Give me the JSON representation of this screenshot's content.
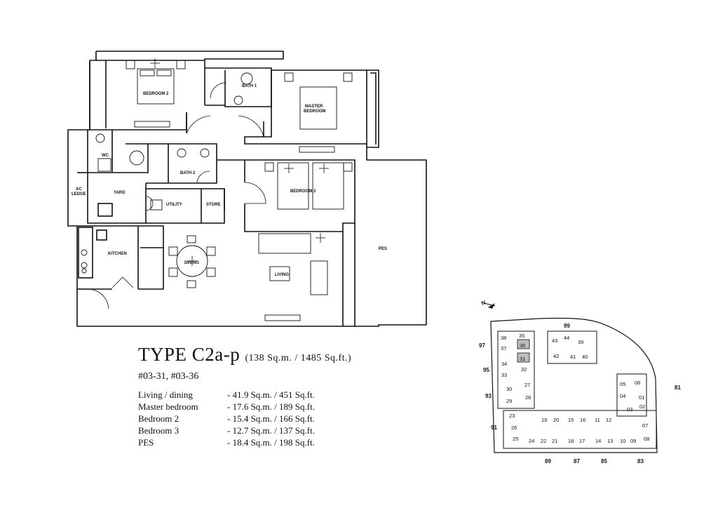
{
  "unit_type": {
    "name": "TYPE C2a-p",
    "size": "(138 Sq.m. / 1485 Sq.ft.)",
    "unit_numbers": "#03-31, #03-36"
  },
  "areas": [
    {
      "room": "Living / dining",
      "size": "- 41.9 Sq.m. / 451 Sq.ft."
    },
    {
      "room": "Master bedroom",
      "size": "- 17.6 Sq.m. / 189 Sq.ft."
    },
    {
      "room": "Bedroom 2",
      "size": "- 15.4 Sq.m. / 166 Sq.ft."
    },
    {
      "room": "Bedroom 3",
      "size": "- 12.7 Sq.m. / 137 Sq.ft."
    },
    {
      "room": "PES",
      "size": "- 18.4 Sq.m. / 198 Sq.ft."
    }
  ],
  "floor_plan": {
    "rooms": {
      "bedroom2": "BEDROOM 2",
      "bath1": "BATH 1",
      "master1": "MASTER",
      "master2": "BEDROOM",
      "wc": "WC",
      "bath2": "BATH 2",
      "ac1": "AC",
      "ac2": "LEDGE",
      "yard": "YARD",
      "utility": "UTILITY",
      "store": "STORE",
      "bedroom3": "BEDROOM 3",
      "kitchen": "KITCHEN",
      "dining": "DINING",
      "living": "LIVING",
      "pes": "PES"
    }
  },
  "site_plan": {
    "north_label": "N",
    "highlight_color": "#bdbdbd",
    "blocks": {
      "b38": "38",
      "b35": "35",
      "b37": "37",
      "b36": "36",
      "b31": "31",
      "b34": "34",
      "b32": "32",
      "b33": "33",
      "b30": "30",
      "b27": "27",
      "b29": "29",
      "b28": "28",
      "b43": "43",
      "b44": "44",
      "b39": "39",
      "b42": "42",
      "b41": "41",
      "b40": "40",
      "b05": "05",
      "b06": "06",
      "b04": "04",
      "b01": "01",
      "b03": "03",
      "b02": "02",
      "b23": "23",
      "b26": "26",
      "b25": "25",
      "b24": "24",
      "b22": "22",
      "b21": "21",
      "b19": "19",
      "b20": "20",
      "b18": "18",
      "b17": "17",
      "b15": "15",
      "b16": "16",
      "b14": "14",
      "b13": "13",
      "b11": "11",
      "b12": "12",
      "b10": "10",
      "b09": "09",
      "b07": "07",
      "b08": "08"
    },
    "roads": {
      "r99": "99",
      "r97": "97",
      "r95": "95",
      "r93": "93",
      "r91": "91",
      "r81": "81",
      "r89": "89",
      "r87": "87",
      "r85": "85",
      "r83": "83"
    }
  }
}
